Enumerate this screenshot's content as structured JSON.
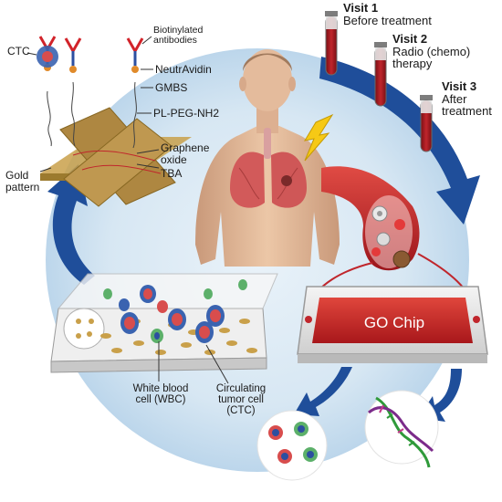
{
  "labels": {
    "ctc": "CTC",
    "biotinylated_antibodies": [
      "Biotinylated",
      "antibodies"
    ],
    "neutravidin": "NeutrAvidin",
    "gmbs": "GMBS",
    "pl_peg_nh2": "PL-PEG-NH2",
    "graphene_oxide": [
      "Graphene",
      "oxide"
    ],
    "tba": "TBA",
    "gold_pattern": [
      "Gold",
      "pattern"
    ],
    "wbc": [
      "White blood",
      "cell (WBC)"
    ],
    "circulating_ctc": [
      "Circulating",
      "tumor cell",
      "(CTC)"
    ],
    "chip": "GO Chip"
  },
  "visits": [
    {
      "title": "Visit 1",
      "line1": "Before treatment",
      "line2": ""
    },
    {
      "title": "Visit 2",
      "line1": "Radio (chemo)",
      "line2": "therapy"
    },
    {
      "title": "Visit 3",
      "line1": "After",
      "line2": "treatment"
    }
  ],
  "colors": {
    "ring": "#cfe3f1",
    "arrow_blue": "#1f4e9a",
    "vessel_red": "#c0262c",
    "chip_red": "#c8241f",
    "gold": "#c9a04a",
    "graphene": "#7c5a32",
    "blood_tube": "#a3151b",
    "antibody_red": "#d2232a",
    "antibody_blue": "#2c4fa0",
    "skin": "#e9c3a3"
  },
  "icons": [
    "lightning-icon",
    "dna-icon",
    "blood-vessel-icon",
    "antibody-icon",
    "cell-icon"
  ]
}
